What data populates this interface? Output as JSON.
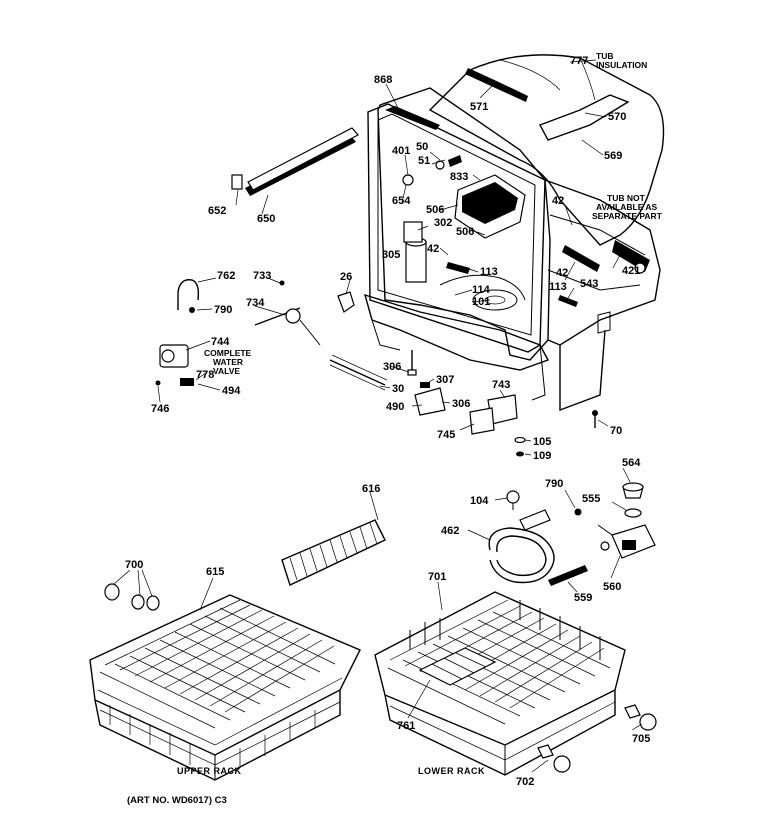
{
  "diagram": {
    "part_labels": {
      "p777": "777",
      "tub_insulation_1": "TUB",
      "tub_insulation_2": "INSULATION",
      "p868": "868",
      "p571": "571",
      "p570": "570",
      "p569": "569",
      "p401": "401",
      "p50": "50",
      "p51": "51",
      "p833": "833",
      "p654": "654",
      "p506a": "506",
      "p302": "302",
      "p506b": "506",
      "p42a": "42",
      "p42b": "42",
      "p42c": "42",
      "tub_not_1": "TUB NOT",
      "tub_not_2": "AVAILABLE AS",
      "tub_not_3": "SEPARATE PART",
      "p421": "421",
      "p113a": "113",
      "p113b": "113",
      "p543": "543",
      "p305": "305",
      "p114": "114",
      "p101": "101",
      "p652": "652",
      "p650": "650",
      "p762": "762",
      "p733": "733",
      "p26": "26",
      "p790a": "790",
      "p734": "734",
      "p744": "744",
      "complete_1": "COMPLETE",
      "complete_2": "WATER",
      "complete_3": "VALVE",
      "p778": "778",
      "p494": "494",
      "p746": "746",
      "p306a": "306",
      "p30": "30",
      "p307": "307",
      "p306b": "306",
      "p490": "490",
      "p743": "743",
      "p745": "745",
      "p70": "70",
      "p105": "105",
      "p109": "109",
      "p616": "616",
      "p104": "104",
      "p790b": "790",
      "p564": "564",
      "p555": "555",
      "p462": "462",
      "p560": "560",
      "p559": "559",
      "p700": "700",
      "p615": "615",
      "p701": "701",
      "p761": "761",
      "p705": "705",
      "p702": "702"
    },
    "captions": {
      "upper_rack": "UPPER RACK",
      "lower_rack": "LOWER RACK",
      "art_no": "(ART NO. WD6017) C3"
    }
  }
}
